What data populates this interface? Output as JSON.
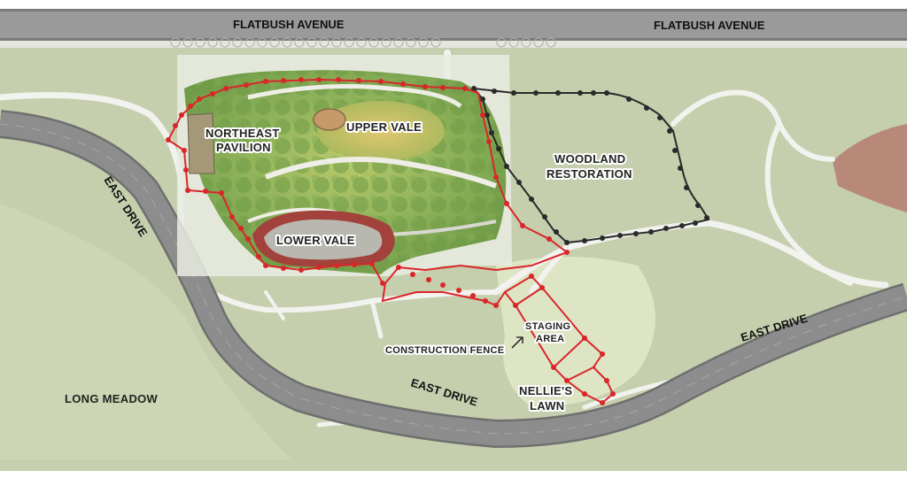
{
  "labels": {
    "flatbush_left": "FLATBUSH AVENUE",
    "flatbush_right": "FLATBUSH AVENUE",
    "east_drive_left": "EAST DRIVE",
    "east_drive_bottom": "EAST DRIVE",
    "east_drive_right": "EAST DRIVE",
    "northeast_pavilion_1": "NORTHEAST",
    "northeast_pavilion_2": "PAVILION",
    "upper_vale": "UPPER VALE",
    "lower_vale": "LOWER VALE",
    "woodland_1": "WOODLAND",
    "woodland_2": "RESTORATION",
    "staging_1": "STAGING",
    "staging_2": "AREA",
    "construction_fence": "CONSTRUCTION FENCE",
    "nellies_1": "NELLIE'S",
    "nellies_2": "LAWN",
    "long_meadow": "LONG MEADOW"
  },
  "colors": {
    "lawn": "#c5cfad",
    "lawn_light": "#dde5c4",
    "path": "#f2f2ee",
    "road": "#8d8d8d",
    "road_edge": "#6f6f6f",
    "planting": "#8fb35a",
    "construction_fence": "#d9262a",
    "woodland_fence": "#2a2a2a",
    "lower_vale": "#a3413c",
    "ballfield": "#b88878"
  }
}
